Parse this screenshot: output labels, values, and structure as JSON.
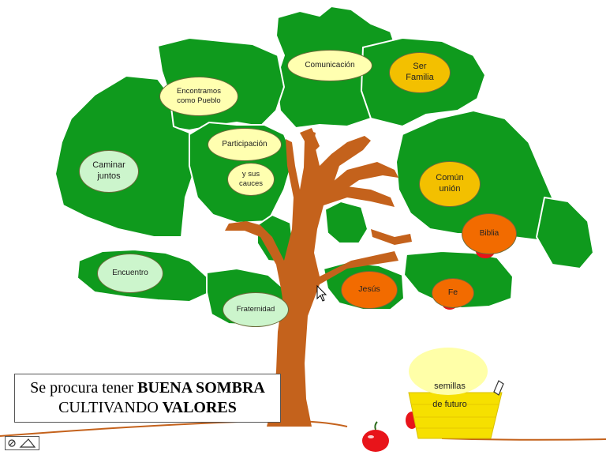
{
  "colors": {
    "leaf": "#0f9a1d",
    "trunk": "#c4621c",
    "basket": "#f6e000",
    "apple": "#e8141a"
  },
  "bubbles": {
    "comunicacion": "Comunicación",
    "ser_familia": "Ser\nFamilia",
    "encontramos": "Encontramos\ncomo Pueblo",
    "participacion": "Participación",
    "y_sus_cauces": "y sus\ncauces",
    "caminar_juntos": "Caminar\njuntos",
    "comun_union": "Común\nunión",
    "biblia": "Biblia",
    "encuentro": "Encuentro",
    "jesus": "Jesús",
    "fe": "Fe",
    "fraternidad": "Fraternidad"
  },
  "basket": {
    "line1": "semillas",
    "line2": "de futuro"
  },
  "caption": {
    "line1_plain": "Se procura tener ",
    "line1_bold": "BUENA SOMBRA",
    "line2_plain": "CULTIVANDO ",
    "line2_bold": "VALORES"
  },
  "icons": {
    "cursor": "pointer-cursor-icon",
    "pencil": "pencil-icon",
    "tools": "drawing-tools-icon"
  }
}
